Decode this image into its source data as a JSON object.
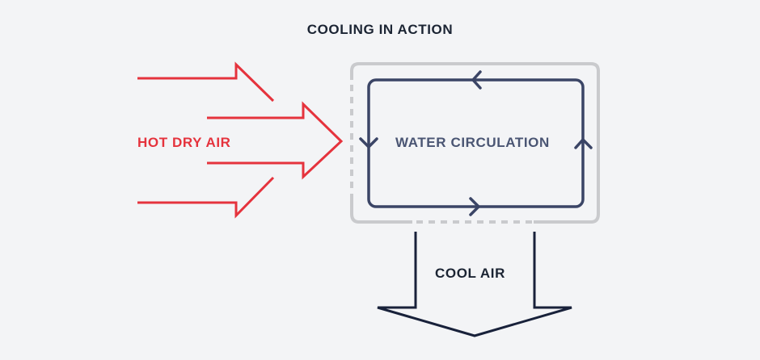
{
  "title": "COOLING IN ACTION",
  "labels": {
    "hot_air": "HOT DRY AIR",
    "water": "WATER CIRCULATION",
    "cool_air": "COOL AIR"
  },
  "colors": {
    "background": "#f3f4f6",
    "hot": "#e5333d",
    "pad_frame": "#c9cacd",
    "water": "#3b4566",
    "cool": "#18213a",
    "title": "#1b2433"
  }
}
